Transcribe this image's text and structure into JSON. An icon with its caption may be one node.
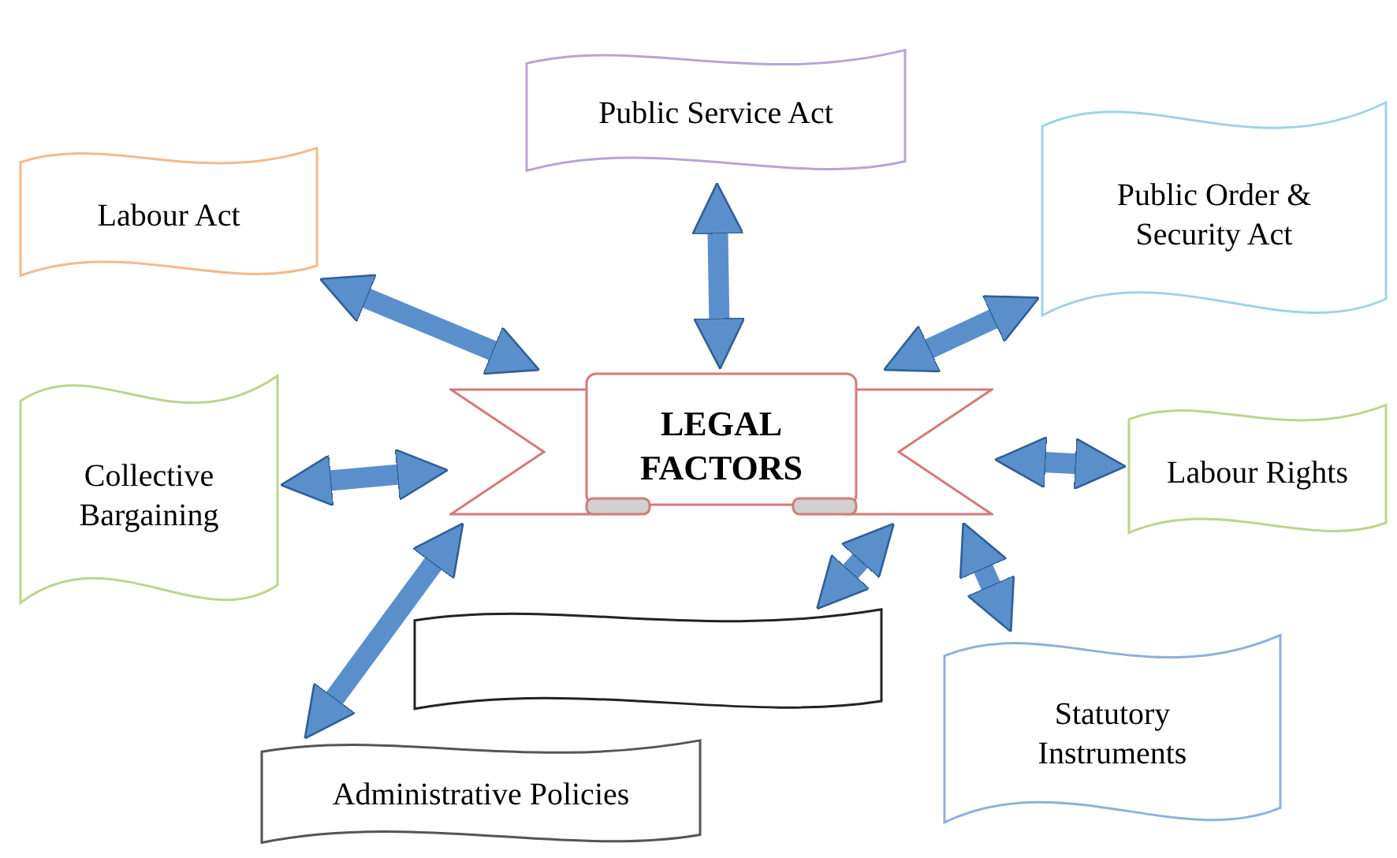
{
  "diagram": {
    "nodes": [
      {
        "text": [
          "LEGAL FACTORS"
        ]
      },
      {
        "text": [
          "Public Service Act"
        ]
      },
      {
        "text": [
          "Labour Act"
        ]
      },
      {
        "text": [
          "Public Order & Security Act"
        ]
      },
      {
        "text": [
          "Collective Bargaining"
        ]
      },
      {
        "text": [
          "Labour Rights"
        ]
      },
      {
        "text": [],
        "shape": "banner"
      },
      {
        "text": [
          "Administrative Policies"
        ]
      },
      {
        "text": [
          "Statutory Instruments"
        ]
      }
    ],
    "edges": [
      {
        "from": 1,
        "to": 0,
        "arrow": "both"
      },
      {
        "from": 2,
        "to": 0,
        "arrow": "both"
      },
      {
        "from": 3,
        "to": 0,
        "arrow": "both"
      },
      {
        "from": 4,
        "to": 0,
        "arrow": "both"
      },
      {
        "from": 5,
        "to": 0,
        "arrow": "both"
      },
      {
        "from": 6,
        "to": 0,
        "arrow": "both"
      },
      {
        "from": 7,
        "to": 0,
        "arrow": "both"
      },
      {
        "from": 8,
        "to": 0,
        "arrow": "both"
      }
    ]
  }
}
